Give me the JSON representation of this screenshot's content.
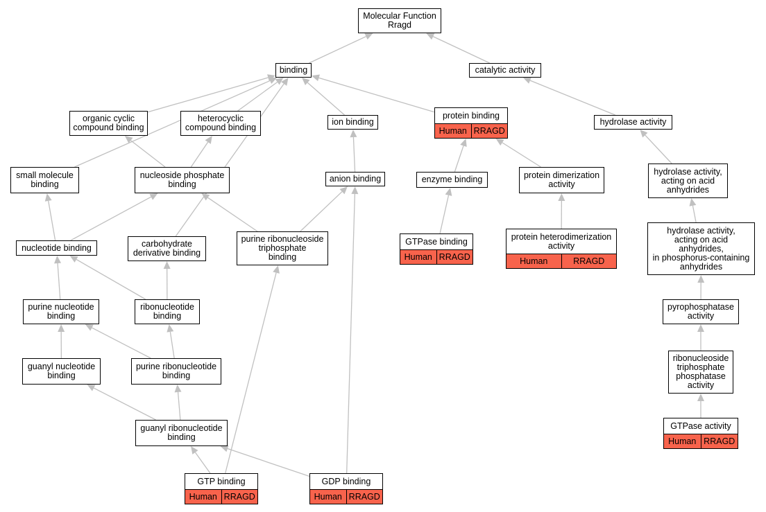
{
  "colors": {
    "edge": "#c0c0c0",
    "annotation": "#f8634c",
    "border": "#000000"
  },
  "nodes": [
    {
      "id": "mf",
      "label": "Molecular Function\nRragd"
    },
    {
      "id": "binding",
      "label": "binding"
    },
    {
      "id": "catalytic",
      "label": "catalytic activity"
    },
    {
      "id": "organic_cyclic",
      "label": "organic cyclic\ncompound binding"
    },
    {
      "id": "heterocyclic",
      "label": "heterocyclic\ncompound binding"
    },
    {
      "id": "ion_binding",
      "label": "ion binding"
    },
    {
      "id": "protein_binding",
      "label": "protein binding",
      "species": "Human",
      "gene": "RRAGD"
    },
    {
      "id": "hydrolase",
      "label": "hydrolase activity"
    },
    {
      "id": "small_molecule",
      "label": "small molecule\nbinding"
    },
    {
      "id": "nucleoside_phosphate",
      "label": "nucleoside phosphate\nbinding"
    },
    {
      "id": "anion_binding",
      "label": "anion binding"
    },
    {
      "id": "enzyme_binding",
      "label": "enzyme binding"
    },
    {
      "id": "protein_dimerization",
      "label": "protein dimerization\nactivity"
    },
    {
      "id": "hydrolase_acid",
      "label": "hydrolase activity,\nacting on acid\nanhydrides"
    },
    {
      "id": "nucleotide_binding",
      "label": "nucleotide binding"
    },
    {
      "id": "carbohydrate",
      "label": "carbohydrate\nderivative binding"
    },
    {
      "id": "purine_rntp",
      "label": "purine ribonucleoside\ntriphosphate\nbinding"
    },
    {
      "id": "gtpase_binding",
      "label": "GTPase binding",
      "species": "Human",
      "gene": "RRAGD"
    },
    {
      "id": "protein_hetero",
      "label": "protein heterodimerization\nactivity",
      "species": "Human",
      "gene": "RRAGD"
    },
    {
      "id": "hydrolase_phos",
      "label": "hydrolase activity,\nacting on acid\nanhydrides,\nin phosphorus-containing\nanhydrides"
    },
    {
      "id": "purine_nucleotide",
      "label": "purine nucleotide\nbinding"
    },
    {
      "id": "ribonucleotide",
      "label": "ribonucleotide\nbinding"
    },
    {
      "id": "pyrophosphatase",
      "label": "pyrophosphatase\nactivity"
    },
    {
      "id": "guanyl_nucleotide",
      "label": "guanyl nucleotide\nbinding"
    },
    {
      "id": "purine_ribonucleotide",
      "label": "purine ribonucleotide\nbinding"
    },
    {
      "id": "rntp_phosphatase",
      "label": "ribonucleoside\ntriphosphate\nphosphatase\nactivity"
    },
    {
      "id": "guanyl_ribonucleotide",
      "label": "guanyl ribonucleotide\nbinding"
    },
    {
      "id": "gtpase_activity",
      "label": "GTPase activity",
      "species": "Human",
      "gene": "RRAGD"
    },
    {
      "id": "gtp_binding",
      "label": "GTP binding",
      "species": "Human",
      "gene": "RRAGD"
    },
    {
      "id": "gdp_binding",
      "label": "GDP binding",
      "species": "Human",
      "gene": "RRAGD"
    }
  ],
  "edges": [
    {
      "from": "binding",
      "to": "mf"
    },
    {
      "from": "catalytic",
      "to": "mf"
    },
    {
      "from": "organic_cyclic",
      "to": "binding"
    },
    {
      "from": "heterocyclic",
      "to": "binding"
    },
    {
      "from": "ion_binding",
      "to": "binding"
    },
    {
      "from": "protein_binding",
      "to": "binding"
    },
    {
      "from": "small_molecule",
      "to": "binding"
    },
    {
      "from": "carbohydrate",
      "to": "binding"
    },
    {
      "from": "hydrolase",
      "to": "catalytic"
    },
    {
      "from": "nucleoside_phosphate",
      "to": "organic_cyclic"
    },
    {
      "from": "nucleoside_phosphate",
      "to": "heterocyclic"
    },
    {
      "from": "anion_binding",
      "to": "ion_binding"
    },
    {
      "from": "enzyme_binding",
      "to": "protein_binding"
    },
    {
      "from": "protein_dimerization",
      "to": "protein_binding"
    },
    {
      "from": "hydrolase_acid",
      "to": "hydrolase"
    },
    {
      "from": "nucleotide_binding",
      "to": "small_molecule"
    },
    {
      "from": "nucleotide_binding",
      "to": "nucleoside_phosphate"
    },
    {
      "from": "purine_rntp",
      "to": "nucleoside_phosphate"
    },
    {
      "from": "purine_rntp",
      "to": "anion_binding"
    },
    {
      "from": "gdp_binding",
      "to": "anion_binding"
    },
    {
      "from": "gtpase_binding",
      "to": "enzyme_binding"
    },
    {
      "from": "protein_hetero",
      "to": "protein_dimerization"
    },
    {
      "from": "hydrolase_phos",
      "to": "hydrolase_acid"
    },
    {
      "from": "purine_nucleotide",
      "to": "nucleotide_binding"
    },
    {
      "from": "ribonucleotide",
      "to": "nucleotide_binding"
    },
    {
      "from": "ribonucleotide",
      "to": "carbohydrate"
    },
    {
      "from": "pyrophosphatase",
      "to": "hydrolase_phos"
    },
    {
      "from": "guanyl_nucleotide",
      "to": "purine_nucleotide"
    },
    {
      "from": "purine_ribonucleotide",
      "to": "purine_nucleotide"
    },
    {
      "from": "purine_ribonucleotide",
      "to": "ribonucleotide"
    },
    {
      "from": "rntp_phosphatase",
      "to": "pyrophosphatase"
    },
    {
      "from": "guanyl_ribonucleotide",
      "to": "guanyl_nucleotide"
    },
    {
      "from": "guanyl_ribonucleotide",
      "to": "purine_ribonucleotide"
    },
    {
      "from": "gtpase_activity",
      "to": "rntp_phosphatase"
    },
    {
      "from": "gtp_binding",
      "to": "guanyl_ribonucleotide"
    },
    {
      "from": "gtp_binding",
      "to": "purine_rntp"
    },
    {
      "from": "gdp_binding",
      "to": "guanyl_ribonucleotide"
    }
  ]
}
